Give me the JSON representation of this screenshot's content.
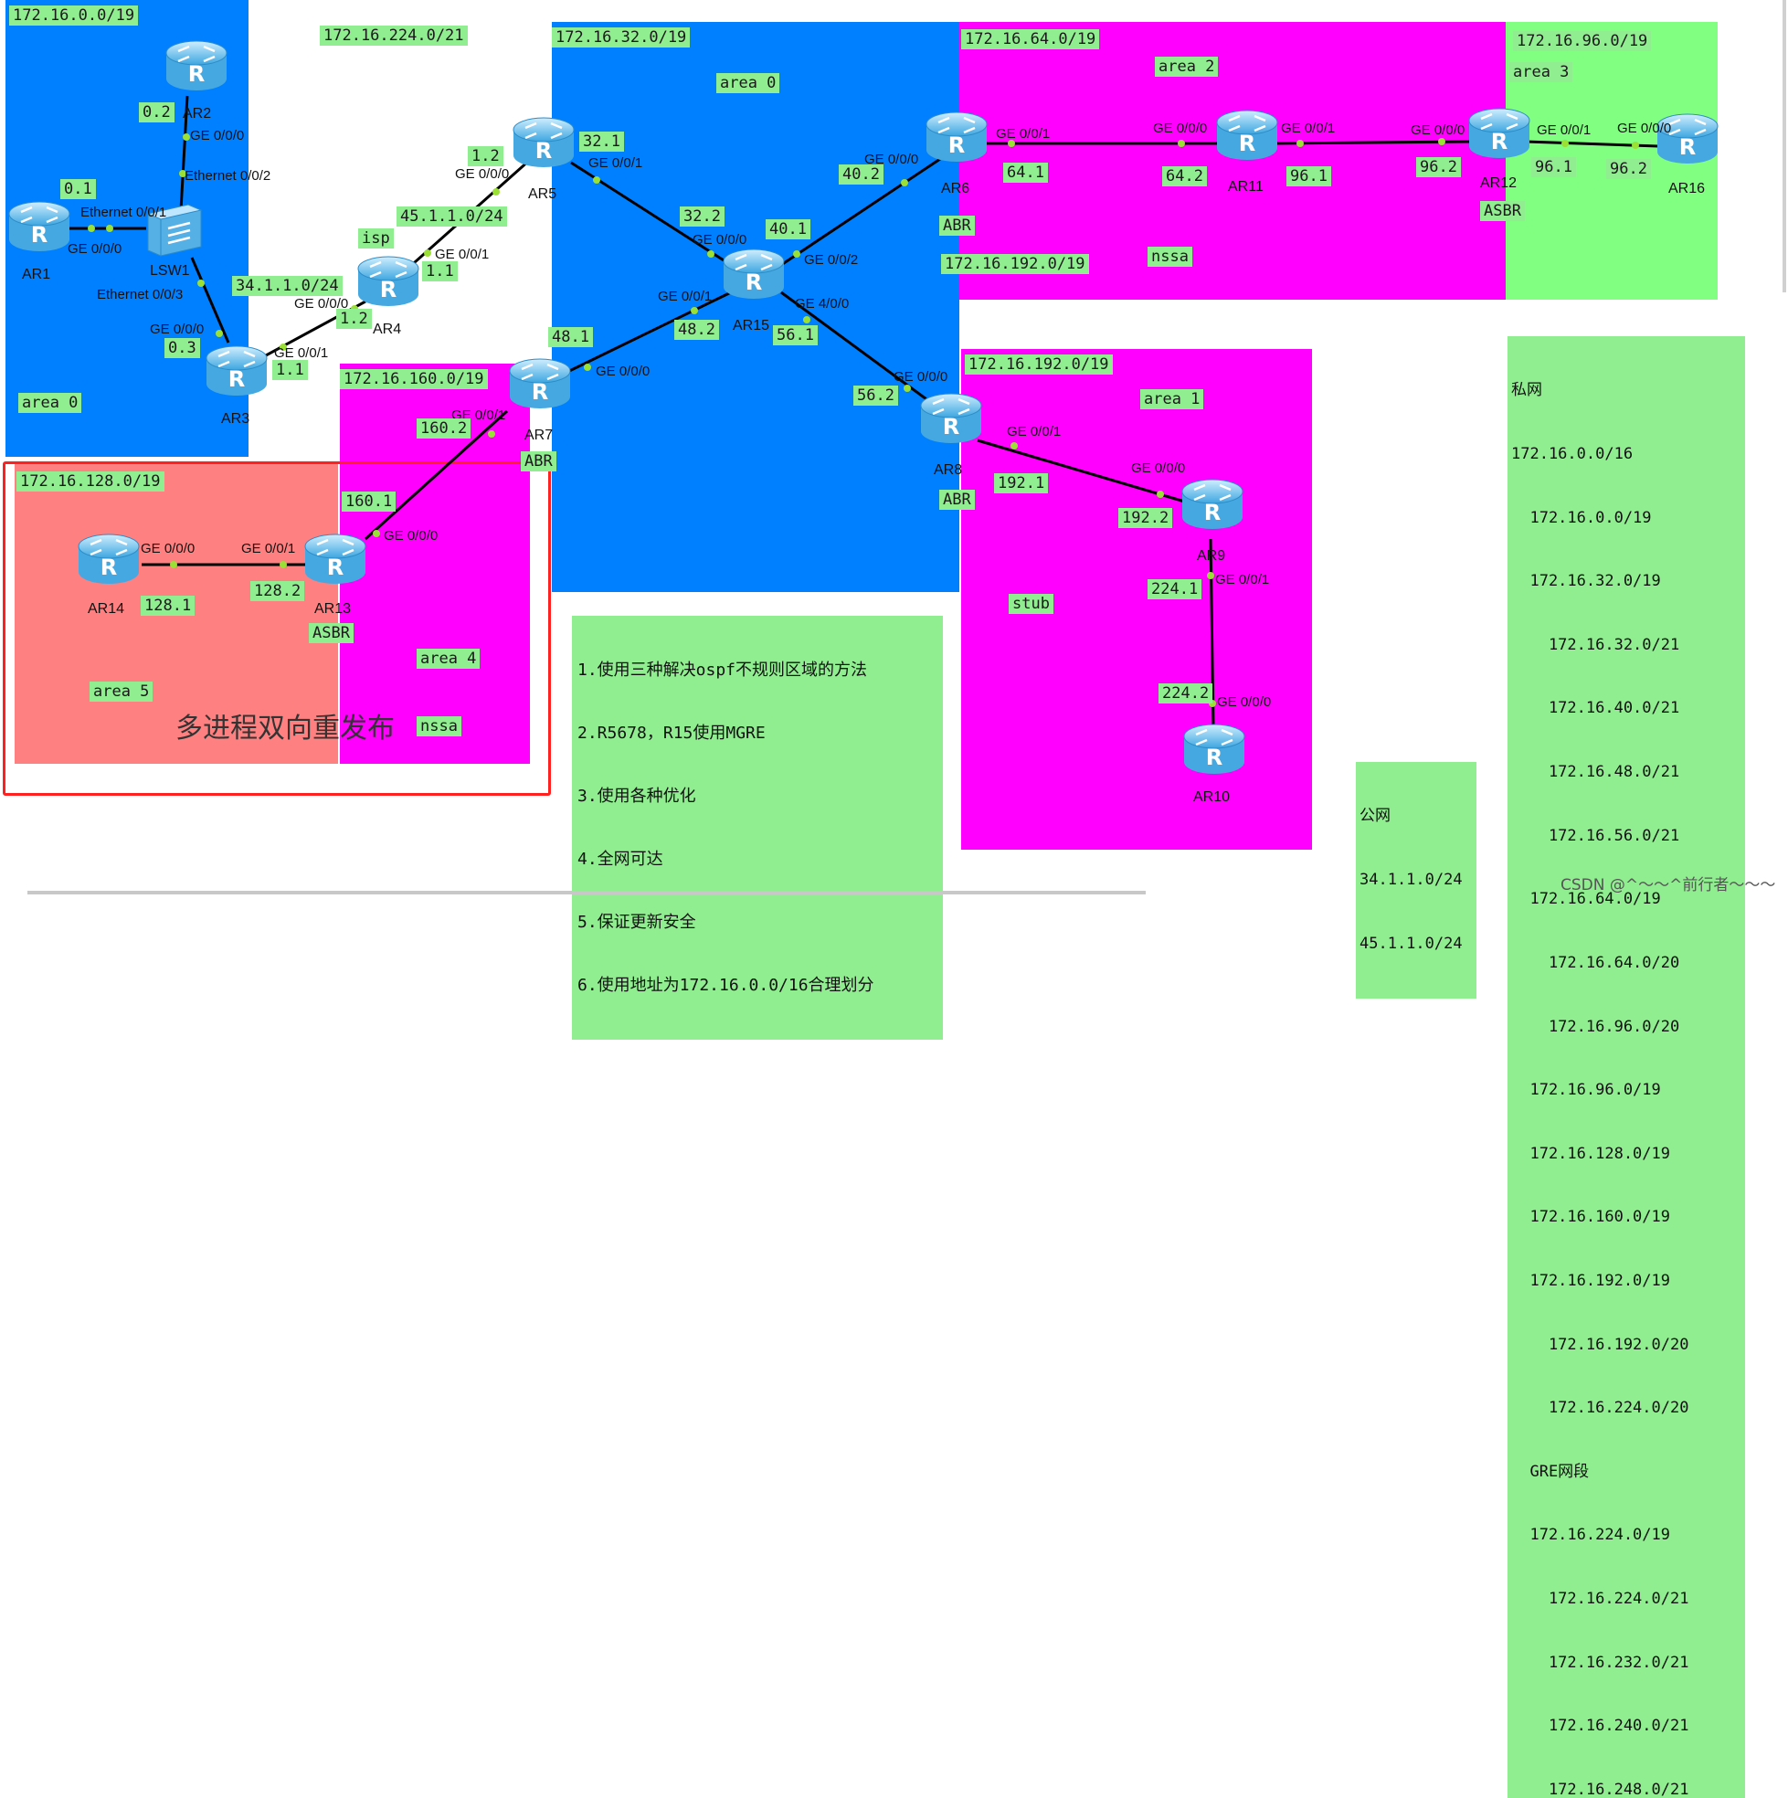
{
  "subnets": {
    "s16_0": "172.16.0.0/19",
    "s224_0": "172.16.224.0/21",
    "s32_0": "172.16.32.0/19",
    "s64_0": "172.16.64.0/19",
    "s96_0": "172.16.96.0/19",
    "s192_0_top": "172.16.192.0/19",
    "s192_0_bottom": "172.16.192.0/19",
    "s160_0": "172.16.160.0/19",
    "s128_0": "172.16.128.0/19",
    "link34": "34.1.1.0/24",
    "link45": "45.1.1.0/24"
  },
  "areas": {
    "area0_left": "area 0",
    "area0_center": "area 0",
    "area2": "area 2",
    "area3": "area 3",
    "area1": "area 1",
    "area4": "area 4",
    "area5": "area 5",
    "nssa_top": "nssa",
    "nssa_bottom": "nssa",
    "stub": "stub",
    "isp": "isp",
    "abr6": "ABR",
    "abr7": "ABR",
    "abr8": "ABR",
    "asbr12": "ASBR",
    "asbr13": "ASBR"
  },
  "devices": {
    "AR1": "AR1",
    "AR2": "AR2",
    "AR3": "AR3",
    "AR4": "AR4",
    "AR5": "AR5",
    "AR6": "AR6",
    "AR7": "AR7",
    "AR8": "AR8",
    "AR9": "AR9",
    "AR10": "AR10",
    "AR11": "AR11",
    "AR12": "AR12",
    "AR13": "AR13",
    "AR14": "AR14",
    "AR15": "AR15",
    "AR16": "AR16",
    "LSW1": "LSW1"
  },
  "addresses": {
    "a0_2": "0.2",
    "a0_1": "0.1",
    "a0_3": "0.3",
    "a1_1_ar3": "1.1",
    "a1_2_ar4": "1.2",
    "a1_1_ar4": "1.1",
    "a1_2_ar5": "1.2",
    "a32_1": "32.1",
    "a32_2": "32.2",
    "a40_1": "40.1",
    "a40_2": "40.2",
    "a48_1": "48.1",
    "a48_2": "48.2",
    "a56_1": "56.1",
    "a56_2": "56.2",
    "a64_1": "64.1",
    "a64_2": "64.2",
    "a96_1_ar11": "96.1",
    "a96_2_ar12": "96.2",
    "a96_1_ar12": "96.1",
    "a96_2_ar16": "96.2",
    "a160_2": "160.2",
    "a160_1": "160.1",
    "a128_1": "128.1",
    "a128_2": "128.2",
    "a192_1": "192.1",
    "a192_2": "192.2",
    "a224_1": "224.1",
    "a224_2": "224.2"
  },
  "ports": {
    "ar2_ge000": "GE 0/0/0",
    "lsw_e002": "Ethernet 0/0/2",
    "lsw_e001": "Ethernet 0/0/1",
    "ar1_ge000": "GE 0/0/0",
    "lsw_e003": "Ethernet 0/0/3",
    "ar3_ge000": "GE 0/0/0",
    "ar3_ge001": "GE 0/0/1",
    "ar4_ge000": "GE 0/0/0",
    "ar4_ge001": "GE 0/0/1",
    "ar5_ge000": "GE 0/0/0",
    "ar5_ge001": "GE 0/0/1",
    "ar15_ge000": "GE 0/0/0",
    "ar15_ge002": "GE 0/0/2",
    "ar15_ge001": "GE 0/0/1",
    "ar15_ge400": "GE 4/0/0",
    "ar6_ge000": "GE 0/0/0",
    "ar6_ge001": "GE 0/0/1",
    "ar11_ge000": "GE 0/0/0",
    "ar11_ge001": "GE 0/0/1",
    "ar12_ge000": "GE 0/0/0",
    "ar12_ge001": "GE 0/0/1",
    "ar16_ge000": "GE 0/0/0",
    "ar7_ge000": "GE 0/0/0",
    "ar7_ge001": "GE 0/0/1",
    "ar13_ge000": "GE 0/0/0",
    "ar13_ge001": "GE 0/0/1",
    "ar14_ge000": "GE 0/0/0",
    "ar8_ge000": "GE 0/0/0",
    "ar8_ge001": "GE 0/0/1",
    "ar9_ge000": "GE 0/0/0",
    "ar9_ge001": "GE 0/0/1",
    "ar10_ge000": "GE 0/0/0"
  },
  "requirements": [
    "1.使用三种解决ospf不规则区域的方法",
    "2.R5678，R15使用MGRE",
    "3.使用各种优化",
    "4.全网可达",
    "5.保证更新安全",
    "6.使用地址为172.16.0.0/16合理划分"
  ],
  "private_title": "私网",
  "private_list": [
    "172.16.0.0/16",
    "  172.16.0.0/19",
    "  172.16.32.0/19",
    "    172.16.32.0/21",
    "    172.16.40.0/21",
    "    172.16.48.0/21",
    "    172.16.56.0/21",
    "  172.16.64.0/19",
    "    172.16.64.0/20",
    "    172.16.96.0/20",
    "  172.16.96.0/19",
    "  172.16.128.0/19",
    "  172.16.160.0/19",
    "  172.16.192.0/19",
    "    172.16.192.0/20",
    "    172.16.224.0/20",
    "  GRE网段",
    "  172.16.224.0/19",
    "    172.16.224.0/21",
    "    172.16.232.0/21",
    "    172.16.240.0/21",
    "    172.16.248.0/21"
  ],
  "public_title": "公网",
  "public_list": [
    "34.1.1.0/24",
    "45.1.1.0/24"
  ],
  "redistribution_note": "多进程双向重发布",
  "watermark": "CSDN @^～～^前行者～～～",
  "colors": {
    "area_blue": "#0080ff",
    "area_magenta": "#ff00ff",
    "area_green": "#80ff80",
    "area_salmon": "#ff8080",
    "label_green": "#90ee90",
    "highlight_red": "#ff2020"
  }
}
